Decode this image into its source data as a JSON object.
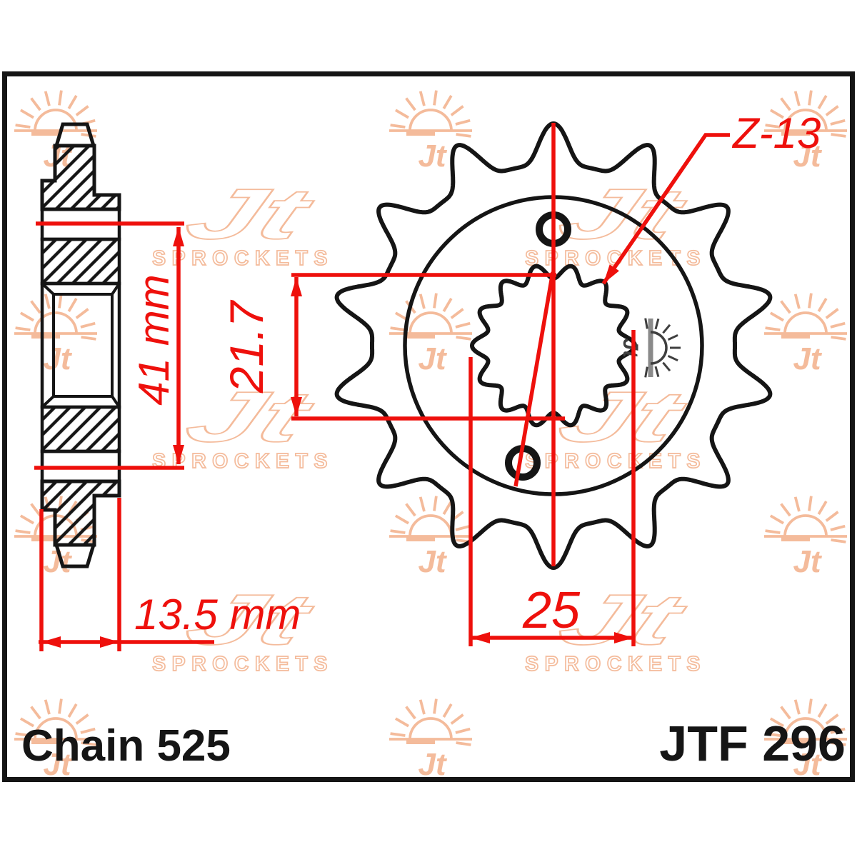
{
  "drawing": {
    "teeth_label": "Z-13",
    "chain_label": "Chain 525",
    "part_number": "JTF 296",
    "dimensions": {
      "hub_length": "41 mm",
      "spline_inner": "21.7",
      "spline_outer": "25",
      "hub_width": "13.5 mm"
    }
  },
  "watermark": {
    "brand": "Jt",
    "brand_word": "SPROCKETS"
  },
  "stamp": {
    "brand": "Jt"
  },
  "colors": {
    "dimension_red": "#ee100c",
    "line_black": "#151515",
    "watermark_peach": "#f4bb9b",
    "stamp_gray": "#3f3f3f",
    "stamp_bar_gray": "#8a8a8a"
  }
}
